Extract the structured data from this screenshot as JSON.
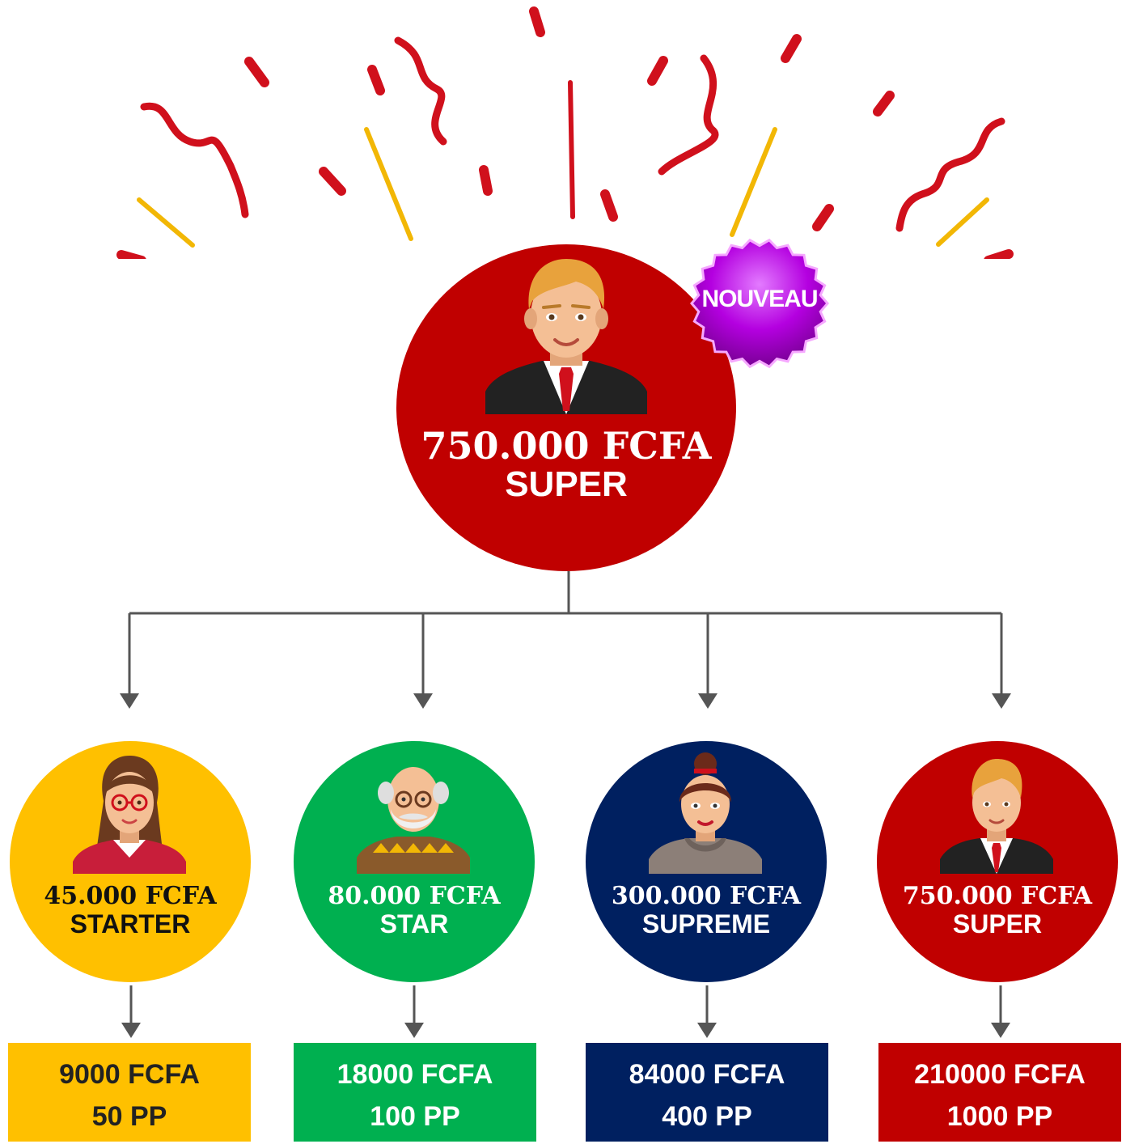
{
  "main_node": {
    "price": "750.000 FCFA",
    "plan": "SUPER",
    "color": "#c00000"
  },
  "badge": {
    "label": "NOUVEAU",
    "color": "#b400e0"
  },
  "tiers": [
    {
      "price": "45.000 FCFA",
      "plan": "STARTER",
      "circle_color": "#ffc000",
      "text_color": "#111111",
      "bonus": "9000 FCFA",
      "points": "50 PP",
      "box_color": "#ffc000",
      "box_text_color": "#222222",
      "avatar": "woman-glasses-avatar"
    },
    {
      "price": "80.000 FCFA",
      "plan": "STAR",
      "circle_color": "#00b050",
      "text_color": "#ffffff",
      "bonus": "18000 FCFA",
      "points": "100 PP",
      "box_color": "#00b050",
      "box_text_color": "#ffffff",
      "avatar": "old-man-avatar"
    },
    {
      "price": "300.000 FCFA",
      "plan": "SUPREME",
      "circle_color": "#002060",
      "text_color": "#ffffff",
      "bonus": "84000 FCFA",
      "points": "400 PP",
      "box_color": "#002060",
      "box_text_color": "#ffffff",
      "avatar": "woman-bun-avatar"
    },
    {
      "price": "750.000 FCFA",
      "plan": "SUPER",
      "circle_color": "#c00000",
      "text_color": "#ffffff",
      "bonus": "210000 FCFA",
      "points": "1000 PP",
      "box_color": "#c00000",
      "box_text_color": "#ffffff",
      "avatar": "businessman-avatar"
    }
  ],
  "colors": {
    "connector": "#555555",
    "confetti_red": "#d0101c",
    "confetti_dark_red": "#8e0b12",
    "confetti_gold": "#f2b705"
  }
}
